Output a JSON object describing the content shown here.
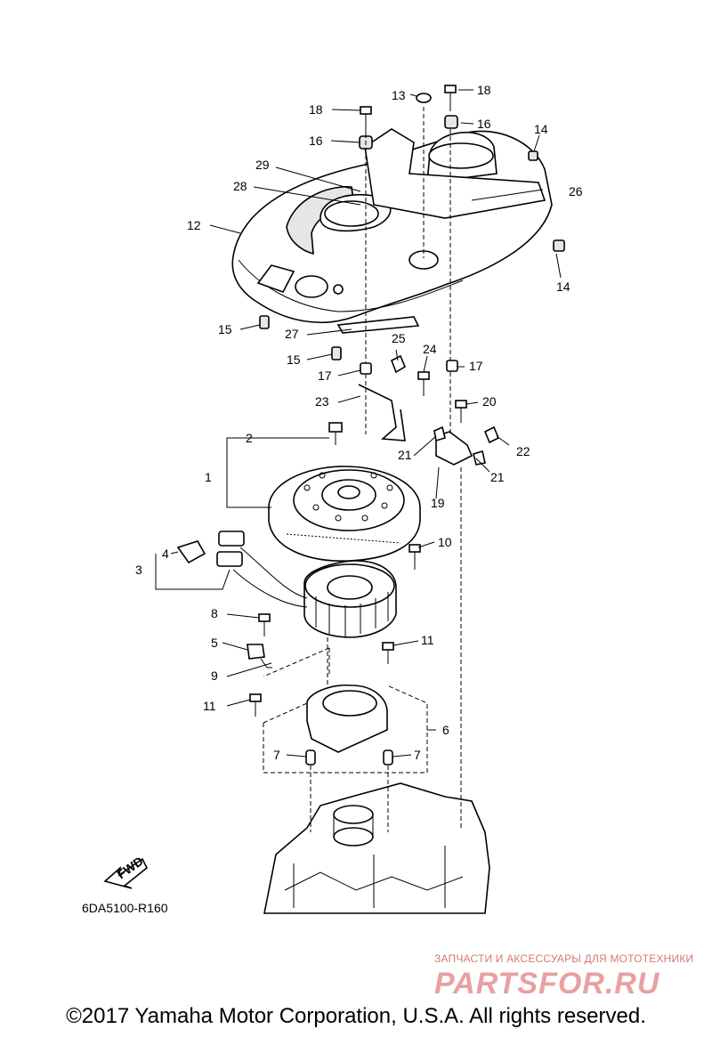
{
  "diagram": {
    "callouts": [
      "1",
      "2",
      "3",
      "4",
      "5",
      "6",
      "7",
      "7",
      "8",
      "9",
      "10",
      "11",
      "11",
      "12",
      "13",
      "14",
      "14",
      "15",
      "15",
      "16",
      "16",
      "17",
      "17",
      "18",
      "18",
      "19",
      "20",
      "21",
      "21",
      "22",
      "23",
      "24",
      "25",
      "26",
      "27",
      "28",
      "29"
    ],
    "direction_label": "FWD",
    "diagram_code": "6DA5100-R160"
  },
  "watermark": {
    "tagline": "ЗАПЧАСТИ И АКСЕССУАРЫ ДЛЯ МОТОТЕХНИКИ",
    "logo_text": "PARTSFOR.RU"
  },
  "footer": {
    "copyright": "©2017 Yamaha Motor Corporation, U.S.A. All rights reserved."
  }
}
